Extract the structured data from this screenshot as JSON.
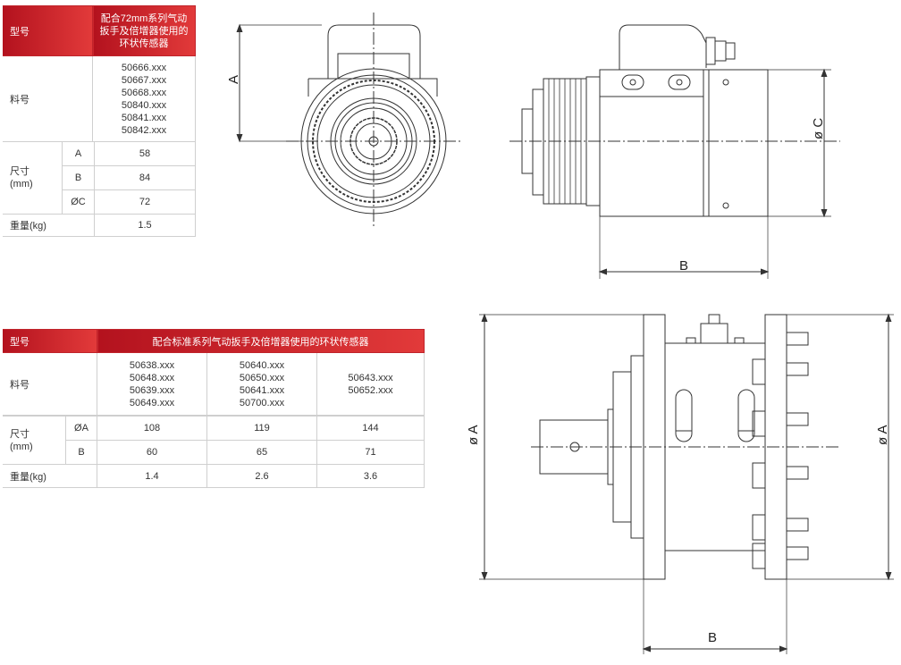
{
  "table1": {
    "header_model": "型号",
    "header_desc": "配合72mm系列气动扳手及倍增器使用的环状传感器",
    "row_part_label": "料号",
    "part_numbers": [
      "50666.xxx",
      "50667.xxx",
      "50668.xxx",
      "50840.xxx",
      "50841.xxx",
      "50842.xxx"
    ],
    "size_label": "尺寸",
    "size_unit": "(mm)",
    "dims": [
      {
        "name": "A",
        "value": "58"
      },
      {
        "name": "B",
        "value": "84"
      },
      {
        "name": "ØC",
        "value": "72"
      }
    ],
    "weight_label": "重量(kg)",
    "weight": "1.5"
  },
  "table2": {
    "header_model": "型号",
    "header_desc": "配合标准系列气动扳手及倍增器使用的环状传感器",
    "row_part_label": "料号",
    "part_groups": [
      [
        "50638.xxx",
        "50648.xxx",
        "50639.xxx",
        "50649.xxx"
      ],
      [
        "50640.xxx",
        "50650.xxx",
        "50641.xxx",
        "50700.xxx"
      ],
      [
        "50643.xxx",
        "50652.xxx"
      ]
    ],
    "size_label": "尺寸",
    "size_unit": "(mm)",
    "dimA_label": "ØA",
    "dimA_values": [
      "108",
      "119",
      "144"
    ],
    "dimB_label": "B",
    "dimB_values": [
      "60",
      "65",
      "71"
    ],
    "weight_label": "重量(kg)",
    "weight_values": [
      "1.4",
      "2.6",
      "3.6"
    ]
  },
  "drawing_labels": {
    "top_front_a": "A",
    "top_side_c": "ø C",
    "top_side_b": "B",
    "bottom_a_left": "ø A",
    "bottom_a_right": "ø A",
    "bottom_b": "B"
  },
  "colors": {
    "header_red": "#c8161d",
    "line": "#333333"
  }
}
